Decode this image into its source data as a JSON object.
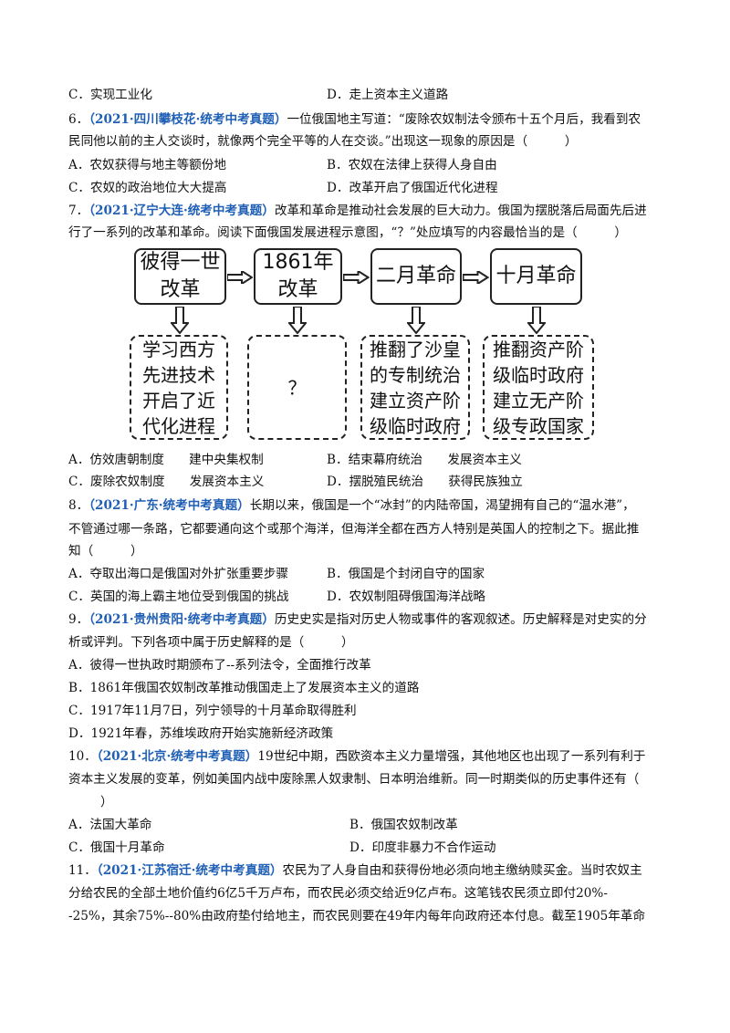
{
  "lines": {
    "q5_c": "C．实现工业化",
    "q5_d": "D．走上资本主义道路",
    "q6_num": "6．",
    "q6_src": "（2021·四川攀枝花·统考中考真题）",
    "q6_text1": "一位俄国地主写道：“废除农奴制法令颁布十五个月后，我看到农",
    "q6_text2": "民同他以前的主人交谈时，就像两个完全平等的人在交谈。”出现这一现象的原因是（　　　）",
    "q6_a": "A．农奴获得与地主等额份地",
    "q6_b": "B．农奴在法律上获得人身自由",
    "q6_c": "C．农奴的政治地位大大提高",
    "q6_d": "D．改革开启了俄国近代化进程",
    "q7_num": "7．",
    "q7_src": "（2021·辽宁大连·统考中考真题）",
    "q7_text1": "改革和革命是推动社会发展的巨大动力。俄国为摆脱落后局面先后进",
    "q7_text2": "行了一系列的改革和革命。阅读下面俄国发展进程示意图，“？”处应填写的内容最恰当的是（　　　）",
    "q7_a": "A．仿效唐朝制度　　建中央集权制",
    "q7_b": "B．结束幕府统治　　发展资本主义",
    "q7_c": "C．废除农奴制度　　发展资本主义",
    "q7_d": "D．摆脱殖民统治　　获得民族独立",
    "q8_num": "8．",
    "q8_src": "（2021·广东·统考中考真题）",
    "q8_text1": "长期以来，俄国是一个“冰封”的内陆帝国，渴望拥有自己的“温水港”，",
    "q8_text2": "不管通过哪一条路，它都要通向这个或那个海洋，但海洋全都在西方人特别是英国人的控制之下。据此推",
    "q8_text3": "知（　　　）",
    "q8_a": "A．夺取出海口是俄国对外扩张重要步骤",
    "q8_b": "B．俄国是个封闭自守的国家",
    "q8_c": "C．英国的海上霸主地位受到俄国的挑战",
    "q8_d": "D．农奴制阻碍俄国海洋战略",
    "q9_num": "9．",
    "q9_src": "（2021·贵州贵阳·统考中考真题）",
    "q9_text1": "历史史实是指对历史人物或事件的客观叙述。历史解释是对史实的分",
    "q9_text2": "析或评判。下列各项中属于历史解释的是（　　　）",
    "q9_a": "A．彼得一世执政时期颁布了--系列法令，全面推行改革",
    "q9_b": "B．1861年俄国农奴制改革推动俄国走上了发展资本主义的道路",
    "q9_c": "C．1917年11月7日，列宁领导的十月革命取得胜利",
    "q9_d": "D．1921年春，苏维埃政府开始实施新经济政策",
    "q10_num": "10．",
    "q10_src": "（2021·北京·统考中考真题）",
    "q10_text1": "19世纪中期，西欧资本主义力量增强，其他地区也出现了一系列有利于",
    "q10_text2": "资本主义发展的变革，例如美国内战中废除黑人奴隶制、日本明治维新。同一时期类似的历史事件还有（",
    "q10_text3": "）",
    "q10_a": "A．法国大革命",
    "q10_b": "B．俄国农奴制改革",
    "q10_c": "C．俄国十月革命",
    "q10_d": "D．印度非暴力不合作运动",
    "q11_num": "11．",
    "q11_src": "（2021·江苏宿迁·统考中考真题）",
    "q11_text1": "农民为了人身自由和获得份地必须向地主缴纳赎买金。当时农奴主",
    "q11_text2": "分给农民的全部土地价值约6亿5千万卢布，而农民必须交给近9亿卢布。这笔钱农民须立即付20%-",
    "q11_text3": "-25%，其余75%--80%由政府垫付给地主，而农民则要在49年内每年向政府还本付息。截至1905年革命"
  },
  "diagram": {
    "top": [
      "彼得一世\n改革",
      "1861年\n改革",
      "二月革命",
      "十月革命"
    ],
    "bottom": [
      "学习西方\n先进技术\n开启了近\n代化进程",
      "？",
      "推翻了沙皇\n的专制统治\n建立资产阶\n级临时政府",
      "推翻资产阶\n级临时政府\n建立无产阶\n级专政国家"
    ]
  }
}
